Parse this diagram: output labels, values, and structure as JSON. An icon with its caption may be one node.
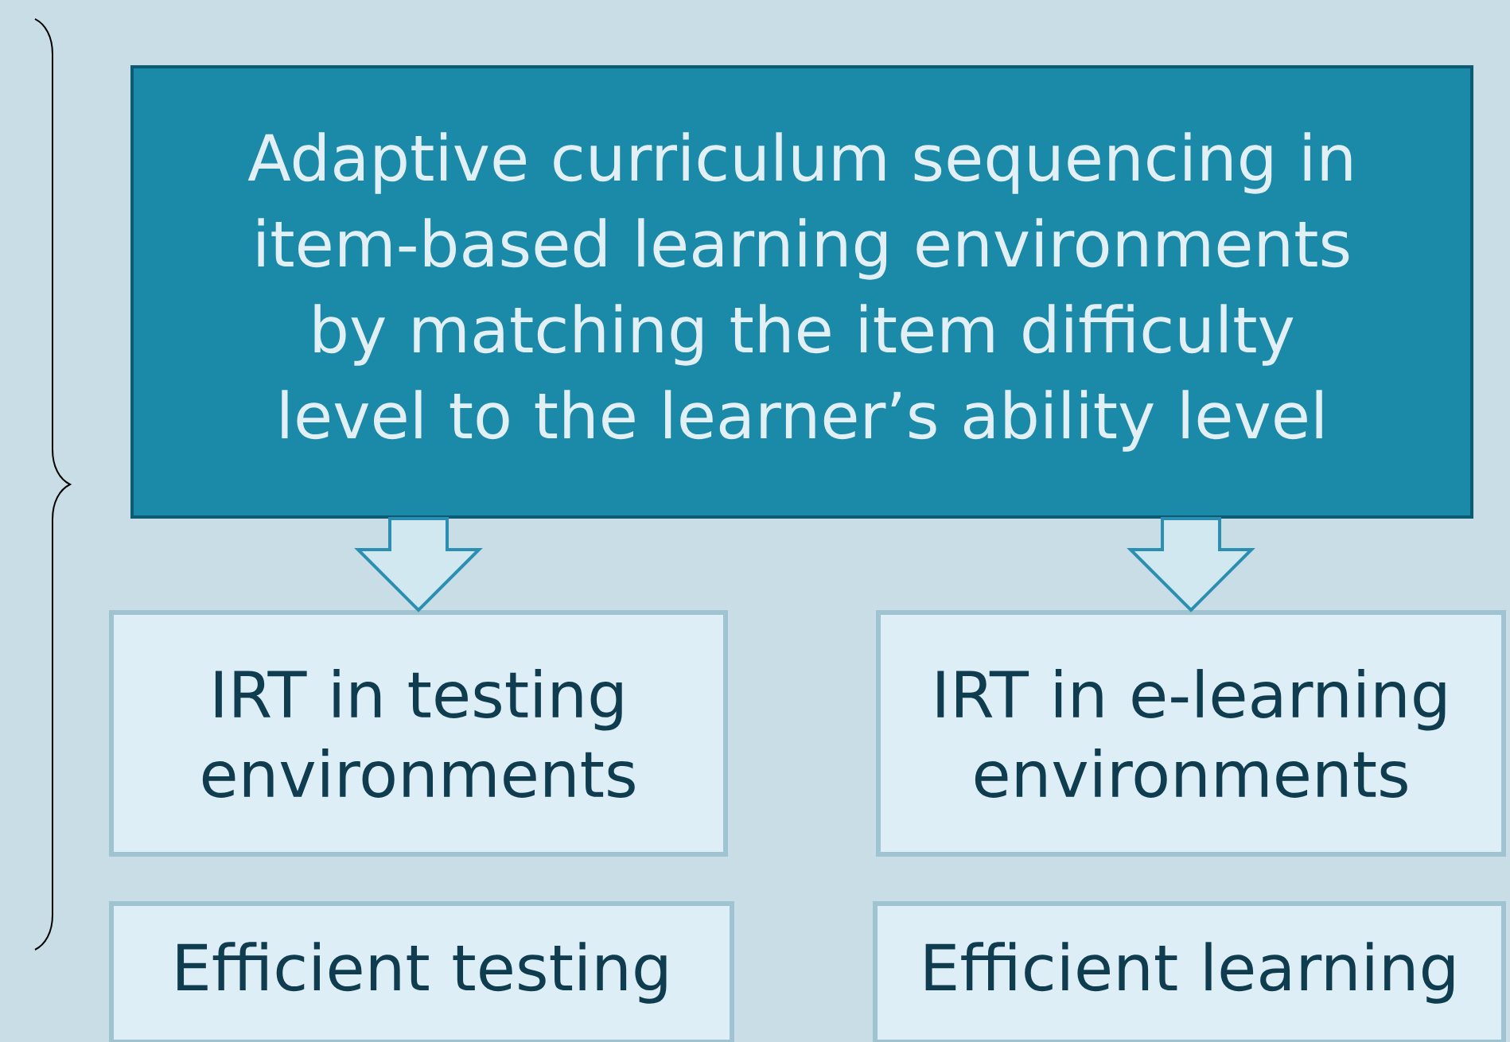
{
  "diagram": {
    "nodes": [
      {
        "text": [
          "Adaptive curriculum sequencing in item-based learning environments by matching the item difficulty level to the learner’s ability level"
        ]
      },
      {
        "text": [
          "IRT in testing environments"
        ]
      },
      {
        "text": [
          "IRT in e-learning environments"
        ]
      },
      {
        "text": [
          "Efficient testing"
        ]
      },
      {
        "text": [
          "Efficient learning"
        ]
      }
    ],
    "edges": [
      {
        "from": 0,
        "to": 1,
        "arrow": "to"
      },
      {
        "from": 0,
        "to": 2,
        "arrow": "to"
      }
    ]
  }
}
